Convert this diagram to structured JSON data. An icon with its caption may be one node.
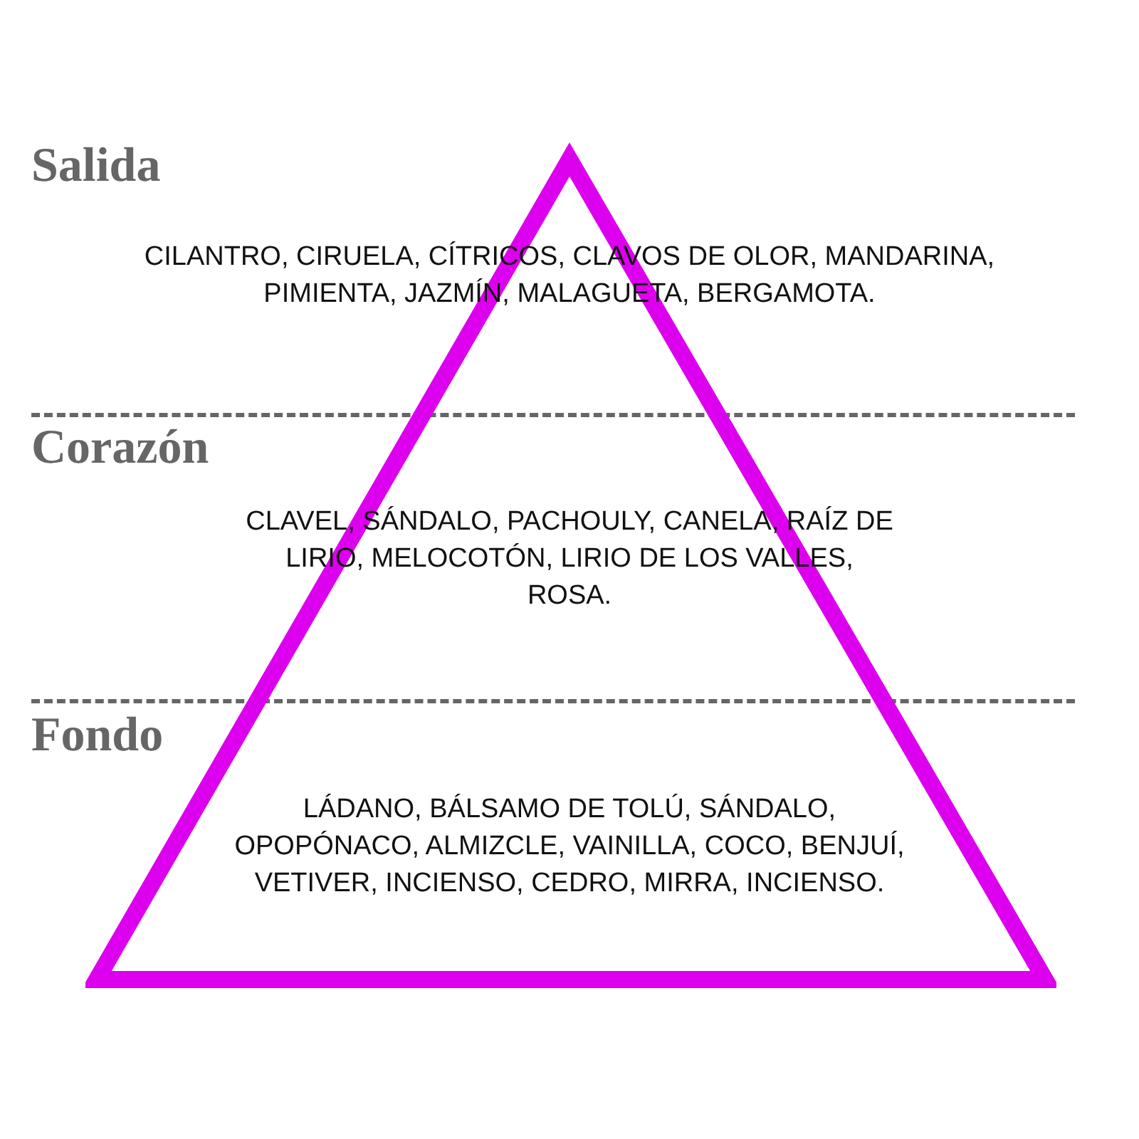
{
  "diagram": {
    "nodes": [
      {
        "text": [
          "CILANTRO, CIRUELA, CÍTRICOS, CLAVOS DE OLOR, MANDARINA, PIMIENTA, JAZMÍN, MALAGUETA, BERGAMOTA.",
          "CLAVEL, SÁNDALO, PACHOULY, CANELA, RAÍZ DE LIRIO, MELOCOTÓN, LIRIO DE LOS VALLES, ROSA.",
          "LÁDANO, BÁLSAMO DE TOLÚ, SÁNDALO, OPOPÓNACO, ALMIZCLE, VAINILLA, COCO, BENJUÍ, VETIVER, INCIENSO, CEDRO, MIRRA, INCIENSO."
        ]
      }
    ],
    "labels": [
      "Salida",
      "Corazón",
      "Fondo"
    ]
  }
}
